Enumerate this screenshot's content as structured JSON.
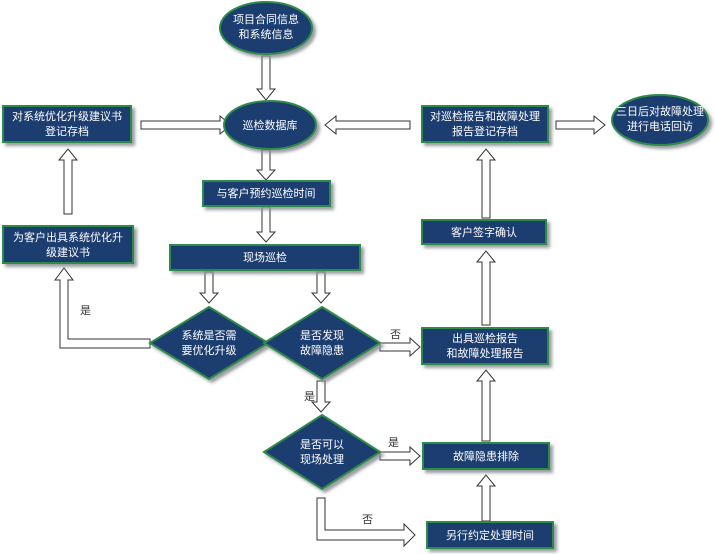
{
  "colors": {
    "node_fill": "#1f3d70",
    "node_border": "#2e8a4a",
    "shadow": "#9aa0a6",
    "arrow_fill": "#ffffff",
    "arrow_stroke": "#333333",
    "text": "#ffffff"
  },
  "nodes": {
    "contract_info": [
      "项目合同信息",
      "和系统信息"
    ],
    "inspection_db": [
      "巡检数据库"
    ],
    "archive_optimization": [
      "对系统优化升级建议书",
      "登记存档"
    ],
    "archive_reports": [
      "对巡检报告和故障处理",
      "报告登记存档"
    ],
    "follow_up_call": [
      "三日后对故障处理",
      "进行电话回访"
    ],
    "schedule_inspection": [
      "与客户预约巡检时间"
    ],
    "issue_optimization": [
      "为客户出具系统优化升",
      "级建议书"
    ],
    "customer_confirm": [
      "客户签字确认"
    ],
    "onsite_inspection": [
      "现场巡检"
    ],
    "need_optimization": [
      "系统是否需",
      "要优化升级"
    ],
    "found_hazard": [
      "是否发现",
      "故障隐患"
    ],
    "issue_reports": [
      "出具巡检报告",
      "和故障处理报告"
    ],
    "can_fix_onsite": [
      "是否可以",
      "现场处理"
    ],
    "eliminate_hazard": [
      "故障隐患排除"
    ],
    "schedule_fix": [
      "另行约定处理时间"
    ]
  },
  "edge_labels": {
    "need_optimization_yes": "是",
    "found_hazard_no": "否",
    "found_hazard_yes": "是",
    "can_fix_yes": "是",
    "can_fix_no": "否"
  }
}
